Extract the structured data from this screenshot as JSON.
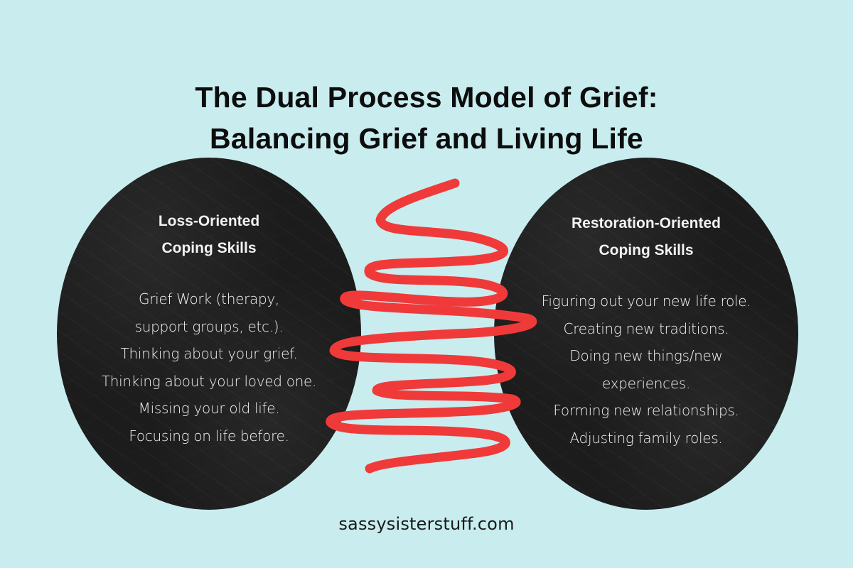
{
  "title": {
    "line1": "The Dual Process Model of Grief:",
    "line2": "Balancing Grief and Living Life"
  },
  "loss_oriented": {
    "heading_line1": "Loss-Oriented",
    "heading_line2": "Coping Skills",
    "items": [
      "Grief Work (therapy,",
      "support groups, etc.).",
      "Thinking about your grief.",
      "Thinking about your loved one.",
      "Missing your old life.",
      "Focusing on life before."
    ]
  },
  "restoration_oriented": {
    "heading_line1": "Restoration-Oriented",
    "heading_line2": "Coping Skills",
    "items": [
      "Figuring out your new life role.",
      "Creating new traditions.",
      "Doing new things/new",
      "experiences.",
      "Forming new relationships.",
      "Adjusting family roles."
    ]
  },
  "footer": {
    "website": "sassysisterstuff.com"
  },
  "colors": {
    "background": "#c9edef",
    "oval": "#1c1c1c",
    "scribble": "#f03a3a",
    "title_text": "#0d0d0d",
    "oval_text": "#f2f2f2"
  }
}
